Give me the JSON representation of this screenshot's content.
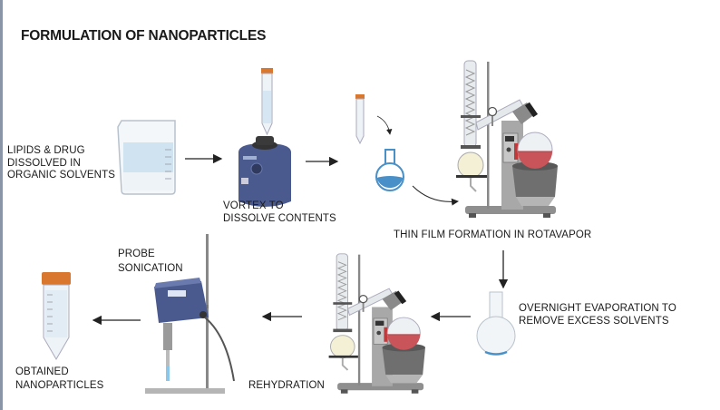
{
  "title": "FORMULATION OF NANOPARTICLES",
  "steps": {
    "lipids": [
      "LIPIDS & DRUG",
      "DISSOLVED IN",
      "ORGANIC SOLVENTS"
    ],
    "vortex": [
      "VORTEX TO",
      "DISSOLVE CONTENTS"
    ],
    "rotavapor": "THIN FILM FORMATION IN ROTAVAPOR",
    "evaporation": [
      "OVERNIGHT EVAPORATION TO",
      "REMOVE EXCESS SOLVENTS"
    ],
    "rehydration": "REHYDRATION",
    "sonication": [
      "PROBE",
      "SONICATION"
    ],
    "obtained": [
      "OBTAINED",
      "NANOPARTICLES"
    ]
  },
  "colors": {
    "tube_cap": "#d9772f",
    "solution_blue": "#4a90c8",
    "film_red": "#c9555a",
    "vortex_body": "#4a5a8e",
    "instrument_grey": "#9a9a9a",
    "arrow": "#222222"
  }
}
